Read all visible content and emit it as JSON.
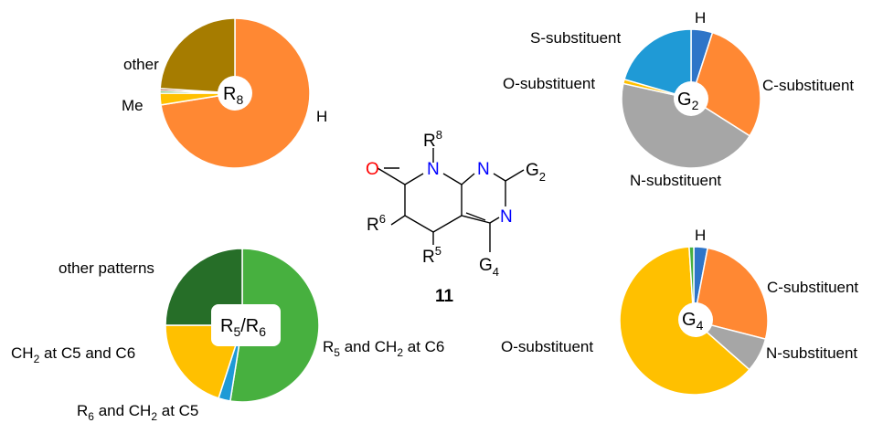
{
  "chart_data": [
    {
      "type": "pie",
      "center_label": "R8",
      "center_label_main": "R",
      "center_label_sub": "8",
      "labels": [
        "H",
        "Me",
        "other"
      ],
      "slices": [
        {
          "name": "H",
          "value": 72.5,
          "color": "#FF8833"
        },
        {
          "name": "Me",
          "value": 2.5,
          "color": "#FFC000"
        },
        {
          "name": "other-small-1",
          "value": 0.5,
          "color": "#3FA43F"
        },
        {
          "name": "other-small-2",
          "value": 0.5,
          "color": "#9E4A2A"
        },
        {
          "name": "other",
          "value": 24.0,
          "color": "#A67C00"
        }
      ]
    },
    {
      "type": "pie",
      "center_label": "G2",
      "center_label_main": "G",
      "center_label_sub": "2",
      "labels": [
        "H",
        "C-substituent",
        "N-substituent",
        "O-substituent",
        "S-substituent"
      ],
      "slices": [
        {
          "name": "H",
          "value": 5.0,
          "color": "#2E75C8"
        },
        {
          "name": "C-substituent",
          "value": 29.0,
          "color": "#FF8833"
        },
        {
          "name": "N-substituent",
          "value": 44.5,
          "color": "#A6A6A6"
        },
        {
          "name": "O-substituent",
          "value": 1.0,
          "color": "#FFC000"
        },
        {
          "name": "S-substituent",
          "value": 20.5,
          "color": "#1F9AD6"
        }
      ]
    },
    {
      "type": "pie",
      "center_label": "R5/R6",
      "center_label_main": "R",
      "center_label_sub1": "5",
      "center_label_mid": "/R",
      "center_label_sub2": "6",
      "labels": [
        "R5 and CH2 at C6",
        "R6 and CH2 at C5",
        "CH2 at C5 and C6",
        "other patterns"
      ],
      "slices": [
        {
          "name": "R5 and CH2 at C6",
          "value": 52.5,
          "color": "#47B03F"
        },
        {
          "name": "R6 and CH2 at C5",
          "value": 2.5,
          "color": "#1F9AD6"
        },
        {
          "name": "CH2 at C5 and C6",
          "value": 20.0,
          "color": "#FFC000"
        },
        {
          "name": "other patterns",
          "value": 25.0,
          "color": "#266E28"
        }
      ]
    },
    {
      "type": "pie",
      "center_label": "G4",
      "center_label_main": "G",
      "center_label_sub": "4",
      "labels": [
        "H",
        "C-substituent",
        "N-substituent",
        "O-substituent"
      ],
      "slices": [
        {
          "name": "H",
          "value": 3.0,
          "color": "#2E75C8"
        },
        {
          "name": "C-substituent",
          "value": 26.0,
          "color": "#FF8833"
        },
        {
          "name": "N-substituent",
          "value": 7.5,
          "color": "#A6A6A6"
        },
        {
          "name": "O-substituent",
          "value": 62.5,
          "color": "#FFC000"
        },
        {
          "name": "minor",
          "value": 1.0,
          "color": "#47B03F"
        }
      ]
    }
  ],
  "structure": {
    "compound_number": "11",
    "atoms": {
      "O": "O",
      "N1": "N",
      "N2": "N",
      "N3": "N",
      "R": "R",
      "G": "G",
      "sup8": "8",
      "sup6": "6",
      "sup5": "5",
      "sub2": "2",
      "sub4": "4"
    },
    "colors": {
      "oxygen": "#FF0000",
      "nitrogen": "#0000FF"
    }
  }
}
